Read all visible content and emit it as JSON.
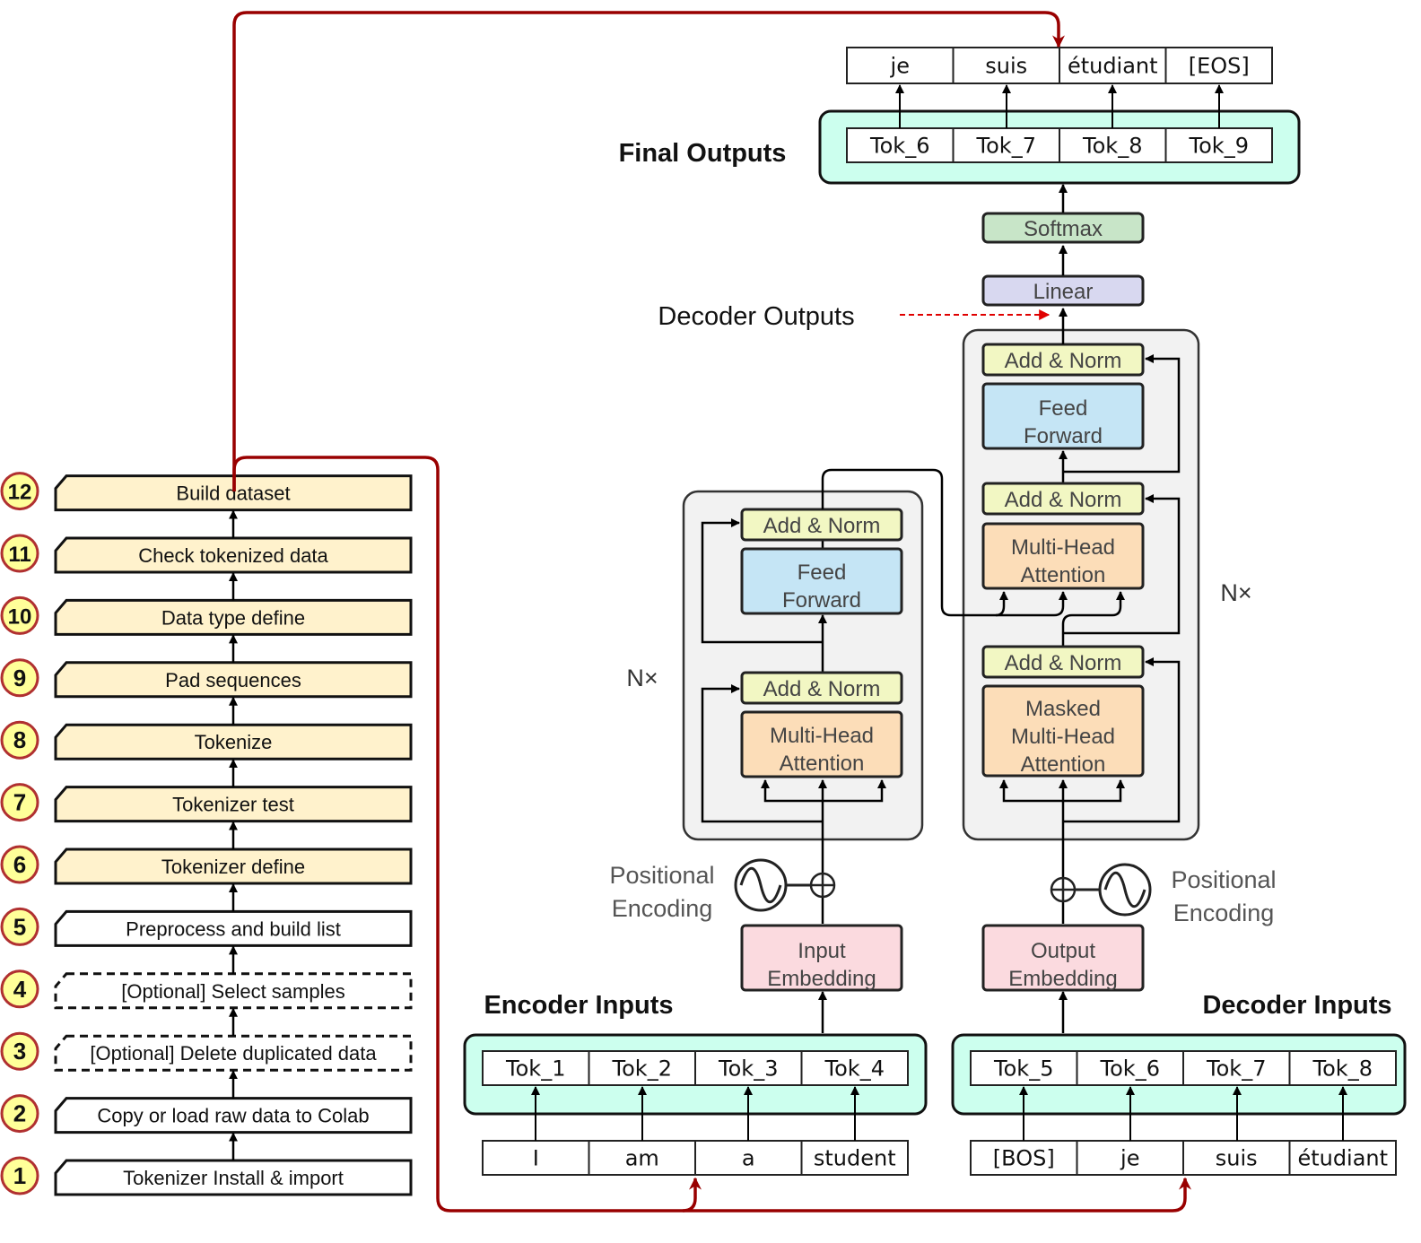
{
  "pipeline": {
    "steps": [
      {
        "num": "1",
        "label": "Tokenizer Install & import",
        "style": "plain"
      },
      {
        "num": "2",
        "label": "Copy or load raw data to Colab",
        "style": "plain"
      },
      {
        "num": "3",
        "label": "[Optional] Delete duplicated data",
        "style": "dashed"
      },
      {
        "num": "4",
        "label": "[Optional] Select samples",
        "style": "dashed"
      },
      {
        "num": "5",
        "label": "Preprocess and build list",
        "style": "plain"
      },
      {
        "num": "6",
        "label": "Tokenizer define",
        "style": "filled"
      },
      {
        "num": "7",
        "label": "Tokenizer test",
        "style": "filled"
      },
      {
        "num": "8",
        "label": "Tokenize",
        "style": "filled"
      },
      {
        "num": "9",
        "label": "Pad sequences",
        "style": "filled"
      },
      {
        "num": "10",
        "label": "Data type define",
        "style": "filled"
      },
      {
        "num": "11",
        "label": "Check tokenized data",
        "style": "filled"
      },
      {
        "num": "12",
        "label": "Build dataset",
        "style": "filled"
      }
    ]
  },
  "encoder": {
    "section_label": "Encoder Inputs",
    "words": [
      "I",
      "am",
      "a",
      "student"
    ],
    "tokens": [
      "Tok_1",
      "Tok_2",
      "Tok_3",
      "Tok_4"
    ],
    "embedding": "Input\nEmbedding",
    "positional": "Positional\nEncoding",
    "repeat": "N×",
    "mha": "Multi-Head\nAttention",
    "add_norm": "Add & Norm",
    "ffn": "Feed\nForward"
  },
  "decoder": {
    "section_label": "Decoder Inputs",
    "words": [
      "[BOS]",
      "je",
      "suis",
      "étudiant"
    ],
    "tokens": [
      "Tok_5",
      "Tok_6",
      "Tok_7",
      "Tok_8"
    ],
    "embedding": "Output\nEmbedding",
    "positional": "Positional\nEncoding",
    "repeat": "N×",
    "masked_mha": "Masked\nMulti-Head\nAttention",
    "mha": "Multi-Head\nAttention",
    "add_norm": "Add & Norm",
    "ffn": "Feed\nForward"
  },
  "head": {
    "linear": "Linear",
    "softmax": "Softmax",
    "decoder_outputs_label": "Decoder Outputs"
  },
  "outputs": {
    "section_label": "Final Outputs",
    "tokens": [
      "Tok_6",
      "Tok_7",
      "Tok_8",
      "Tok_9"
    ],
    "words": [
      "je",
      "suis",
      "étudiant",
      "[EOS]"
    ]
  },
  "colors": {
    "pipeline_fill": "#FFF2CC",
    "badge_fill": "#FFFF99",
    "badge_stroke": "#B03030",
    "flow_arrow": "#990000",
    "green_panel": "#CCFFEE",
    "stack_bg": "#F2F2F2",
    "add_norm": "#F2F7C3",
    "ffn": "#C5E5F5",
    "mha": "#FCDDB8",
    "embedding": "#FBDADF",
    "linear": "#D8D8F0",
    "softmax": "#C8E5C8",
    "dashed_arrow": "#E00000"
  }
}
